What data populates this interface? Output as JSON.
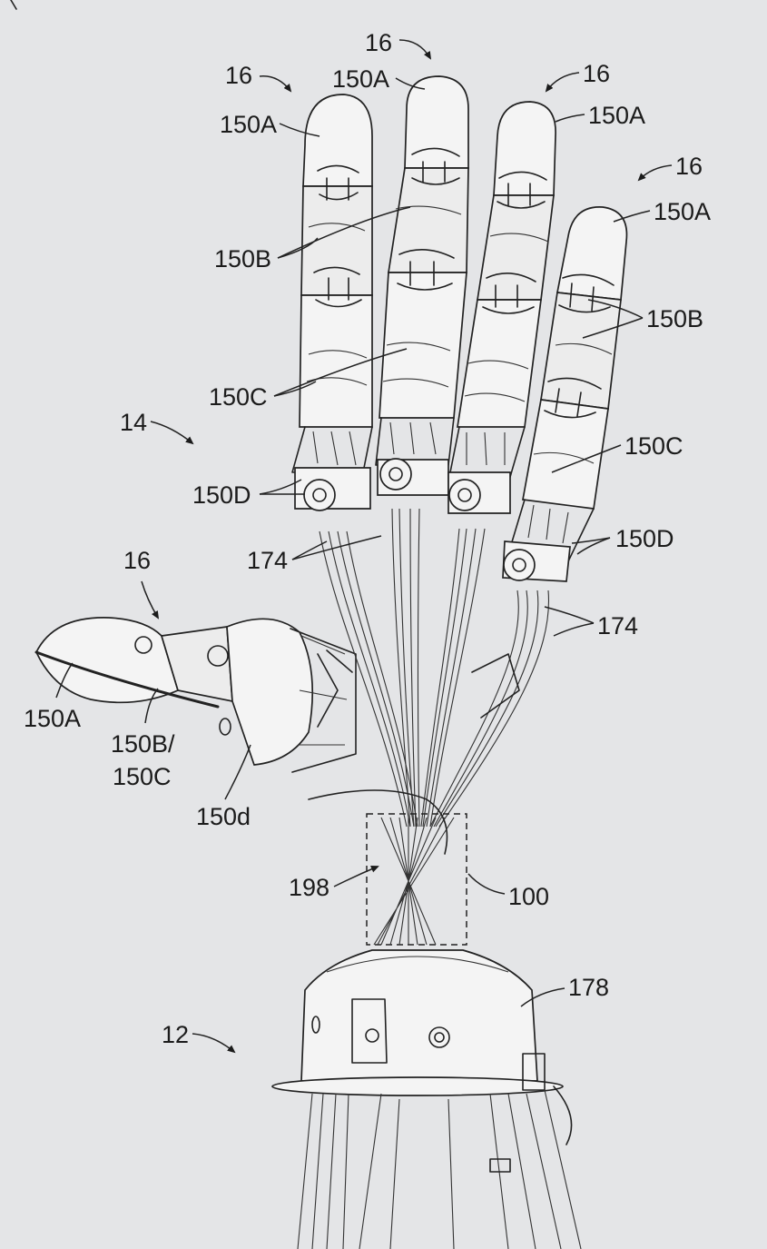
{
  "labels": {
    "finger_1": "16",
    "finger_2": "16",
    "finger_3": "16",
    "finger_4": "16",
    "thumb": "16",
    "tip_1": "150A",
    "tip_2": "150A",
    "tip_3": "150A",
    "tip_4": "150A",
    "middle_left": "150B",
    "middle_right": "150B",
    "proximal_left": "150C",
    "proximal_right": "150C",
    "base_left": "150D",
    "base_right": "150D",
    "hand": "14",
    "tendons_left": "174",
    "tendons_right": "174",
    "thumb_tip": "150A",
    "thumb_mid_line1": "150B/",
    "thumb_mid_line2": "150C",
    "thumb_base": "150d",
    "twist": "198",
    "region": "100",
    "housing": "178",
    "forearm": "12"
  },
  "colors": {
    "background": "#e4e5e7",
    "ink": "#1b1b1b",
    "part_fill": "#f4f4f4"
  }
}
